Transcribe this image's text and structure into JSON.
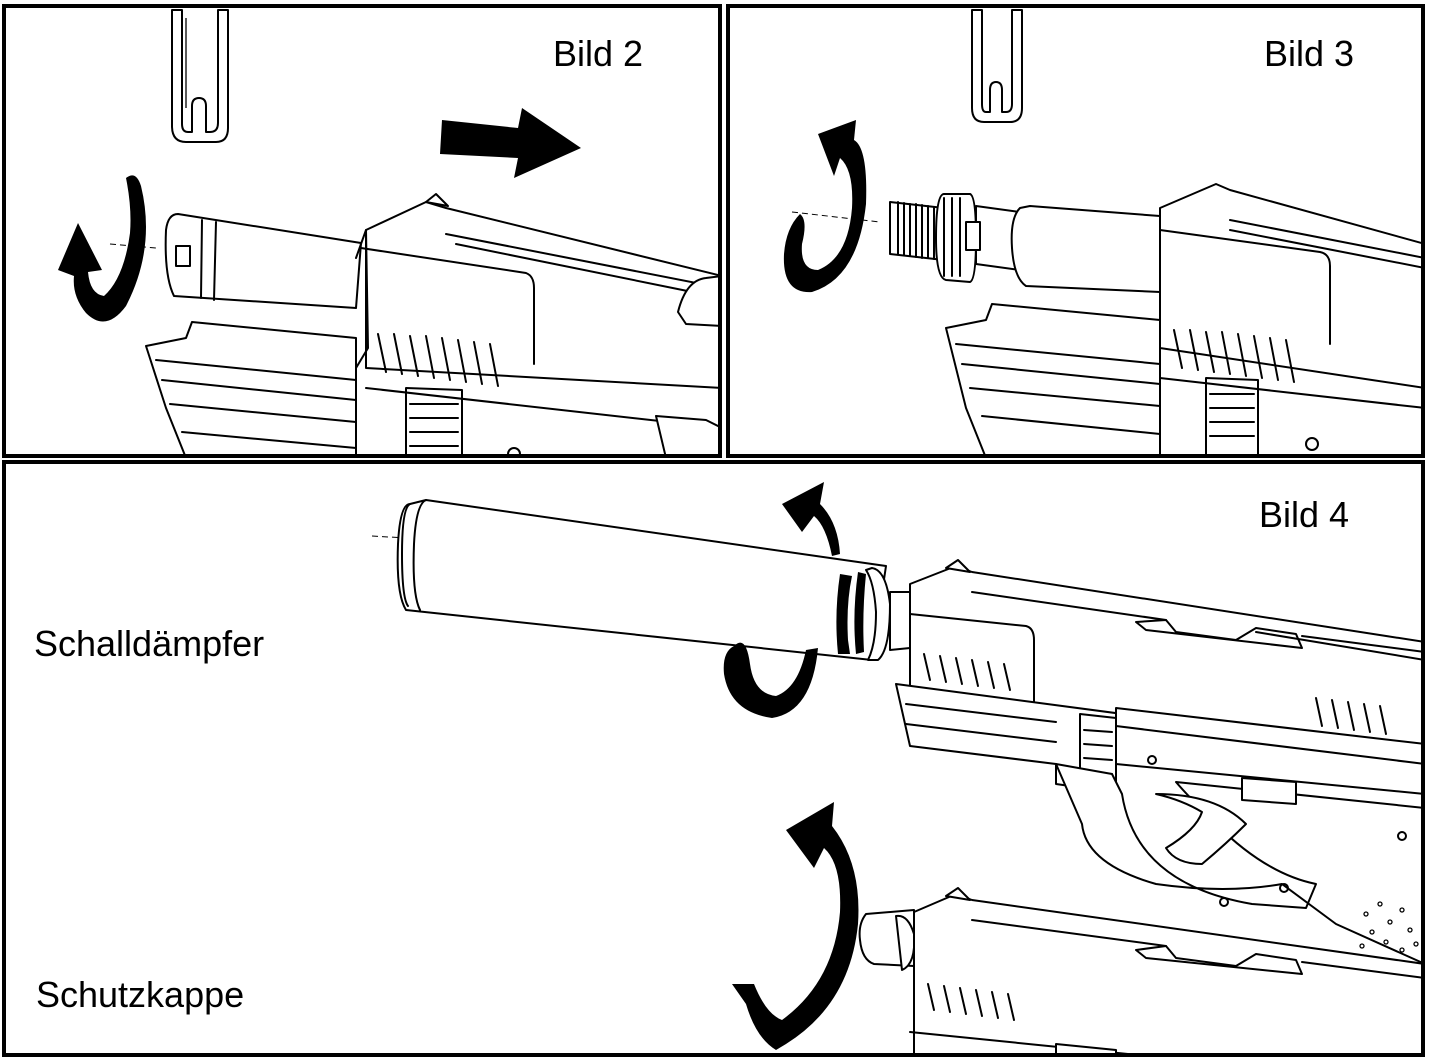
{
  "panels": {
    "bild2": {
      "label": "Bild 2"
    },
    "bild3": {
      "label": "Bild 3"
    },
    "bild4": {
      "label": "Bild 4",
      "silencer_label": "Schalldämpfer",
      "cap_label": "Schutzkappe"
    }
  },
  "colors": {
    "line": "#000000",
    "background": "#ffffff"
  },
  "icons": [
    "wrench-tool-icon",
    "rotate-arrow-icon",
    "push-direction-arrow-icon"
  ]
}
